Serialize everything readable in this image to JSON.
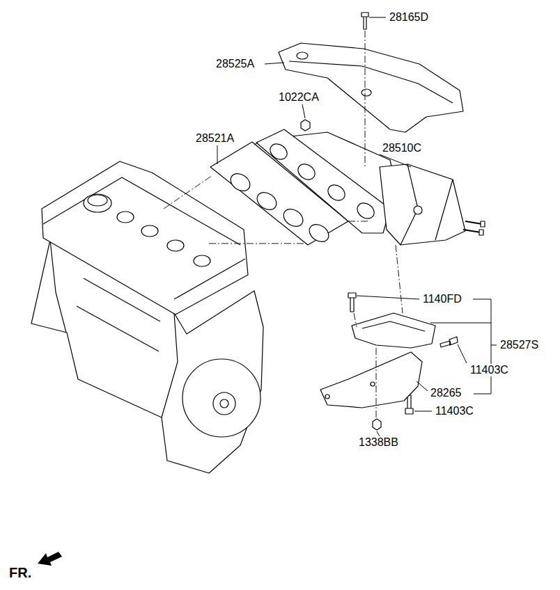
{
  "diagram": {
    "labels": [
      "28165D",
      "28525A",
      "1022CA",
      "28521A",
      "28510C",
      "1140FD",
      "28527S",
      "11403C",
      "28265",
      "11403C",
      "1338BB",
      "FR."
    ]
  }
}
